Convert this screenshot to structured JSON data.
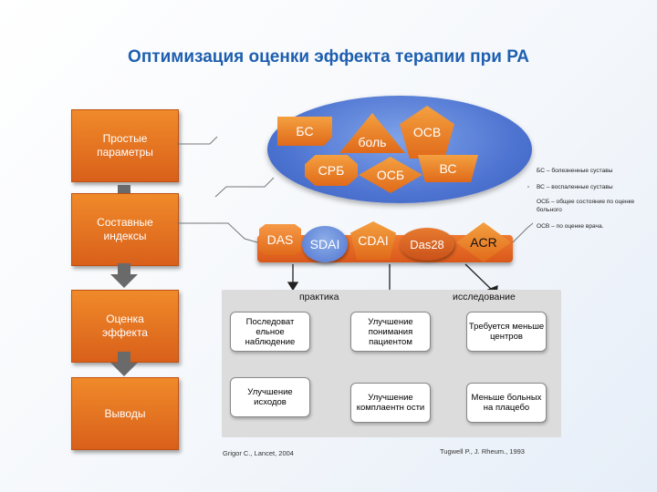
{
  "title": "Оптимизация оценки эффекта терапии при РА",
  "left_steps": [
    {
      "line1": "Простые",
      "line2": "параметры"
    },
    {
      "line1": "Составные",
      "line2": "индексы"
    },
    {
      "line1": "Оценка",
      "line2": "эффекта"
    },
    {
      "line1": "Выводы",
      "line2": ""
    }
  ],
  "ellipse_items": {
    "bs": "БС",
    "pain": "боль",
    "osv": "ОСВ",
    "srb": "СРБ",
    "osb": "ОСБ",
    "vs": "ВС"
  },
  "indices": {
    "das": "DAS",
    "sdai": "SDAI",
    "cdai": "CDAI",
    "das28": "Das28",
    "acr": "ACR"
  },
  "legend": [
    "БС – болезненные суставы",
    "ВС – воспаленные суставы",
    "ОСБ – общее состояние по оценке больного",
    "ОСВ – по оценке врача."
  ],
  "practice": {
    "header": "практика",
    "cell1": "Последоват ельное наблюдение",
    "cell2": "Улучшение исходов"
  },
  "research": {
    "header": "исследование",
    "row1": [
      "Улучшение понимания пациентом",
      "Требуется меньше центров"
    ],
    "row2": [
      "Улучшение комплаентн ости",
      "Меньше больных на плацебо"
    ]
  },
  "citations": {
    "left": "Grigor C., Lancet, 2004",
    "right": "Tugwell P., J. Rheum., 1993"
  },
  "colors": {
    "title": "#1e5fb0",
    "orange": "#e06a1a",
    "ellipse_blue": "#4f75d2",
    "arrow_gray": "#6a6a6a"
  }
}
